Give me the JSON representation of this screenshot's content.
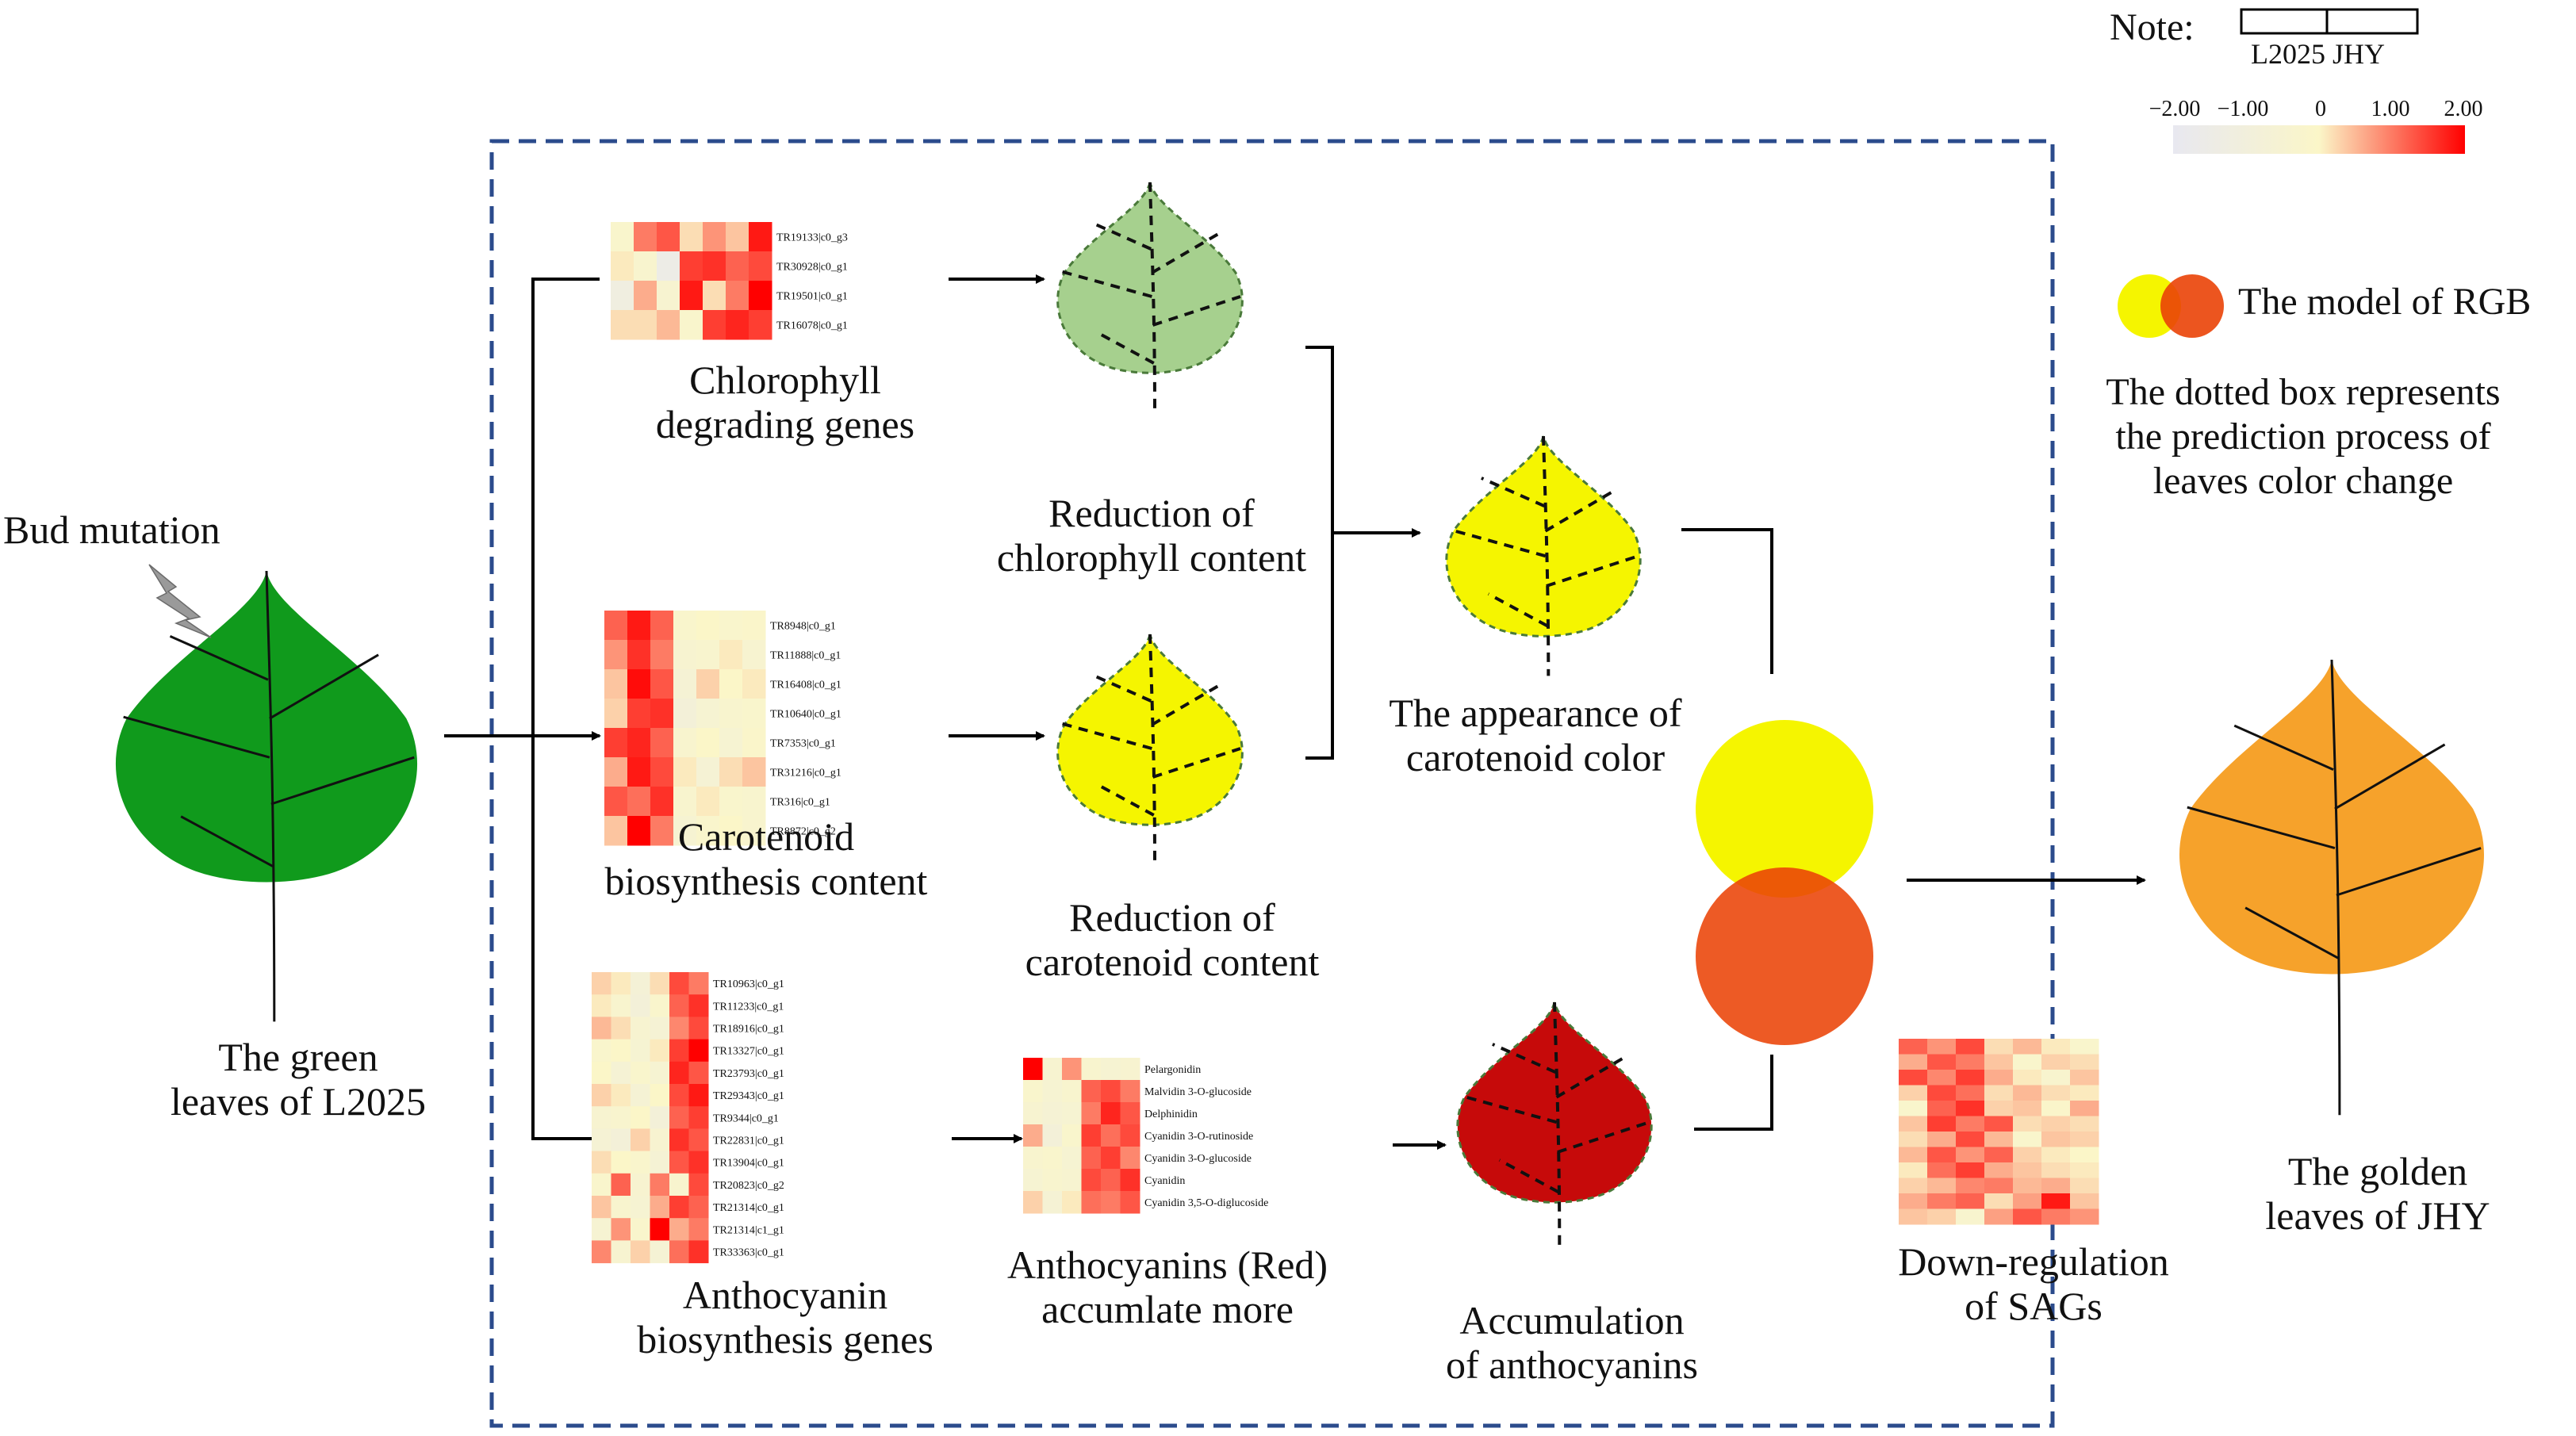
{
  "colors": {
    "green_leaf": "#109a1c",
    "pale_green": "#a6d08e",
    "yellow": "#f5f500",
    "dark_red": "#c60a0a",
    "orange_leaf": "#f6a22b",
    "orange_red": "#ea4307",
    "dash_blue": "#2b4b8c",
    "heat_low": "#e8e8f0",
    "heat_mid": "#fbf6c8",
    "heat_high": "#ff0000"
  },
  "labels": {
    "bud_mutation": "Bud mutation",
    "green_leaves": [
      "The green",
      "leaves of L2025"
    ],
    "chlorophyll_genes": [
      "Chlorophyll",
      "degrading genes"
    ],
    "carotenoid_content": [
      "Carotenoid",
      "biosynthesis content"
    ],
    "anthocyanin_genes": [
      "Anthocyanin",
      "biosynthesis genes"
    ],
    "reduction_chlorophyll": [
      "Reduction of",
      "chlorophyll content"
    ],
    "reduction_carotenoid": [
      "Reduction of",
      "carotenoid  content"
    ],
    "anthocyanins_red": [
      "Anthocyanins (Red)",
      "accumlate more"
    ],
    "appearance_carotenoid": [
      "The appearance of",
      "carotenoid color"
    ],
    "accumulation_anthocyanins": [
      "Accumulation",
      "of anthocyanins"
    ],
    "down_regulation": [
      "Down-regulation",
      "of SAGs"
    ],
    "golden_leaves": [
      "The golden",
      "leaves of JHY"
    ]
  },
  "legend": {
    "note": "Note:",
    "samples": "L2025 JHY",
    "ticks": [
      "−2.00",
      "−1.00",
      "0",
      "1.00",
      "2.00"
    ],
    "rgb_model": "The model of RGB",
    "dotted_box": [
      "The dotted box represents",
      "the prediction process of",
      "leaves color change"
    ]
  },
  "heatmaps": {
    "chlorophyll": {
      "genes": [
        "TR19133|c0_g3",
        "TR30928|c0_g1",
        "TR19501|c0_g1",
        "TR16078|c0_g1"
      ],
      "values": [
        [
          -0.2,
          1.0,
          1.3,
          0.2,
          0.8,
          0.4,
          1.8
        ],
        [
          0.1,
          -0.3,
          -1.5,
          1.5,
          1.6,
          1.2,
          1.4
        ],
        [
          -1.2,
          0.6,
          -0.4,
          1.8,
          0.2,
          1.0,
          2.0
        ],
        [
          0.2,
          0.2,
          0.5,
          -0.2,
          1.5,
          1.7,
          1.5
        ]
      ]
    },
    "carotenoid": {
      "genes": [
        "TR8948|c0_g1",
        "TR11888|c0_g1",
        "TR16408|c0_g1",
        "TR10640|c0_g1",
        "TR7353|c0_g1",
        "TR31216|c0_g1",
        "TR316|c0_g1",
        "TR8872|c0_g2"
      ],
      "values": [
        [
          1.2,
          1.8,
          1.2,
          -0.2,
          0.0,
          -0.2,
          -0.1
        ],
        [
          0.8,
          1.6,
          1.0,
          -0.4,
          -0.3,
          0.1,
          -0.4
        ],
        [
          0.4,
          1.9,
          1.3,
          -0.6,
          0.3,
          0.0,
          0.1
        ],
        [
          0.3,
          1.5,
          1.6,
          -0.8,
          -0.5,
          -0.3,
          -0.2
        ],
        [
          1.5,
          1.7,
          1.2,
          -0.3,
          0.0,
          -0.5,
          -0.1
        ],
        [
          0.6,
          1.8,
          1.4,
          0.1,
          -0.6,
          0.2,
          0.4
        ],
        [
          1.3,
          1.1,
          1.6,
          -0.3,
          0.1,
          -0.2,
          -0.3
        ],
        [
          0.4,
          2.0,
          1.0,
          -0.5,
          -0.2,
          0.0,
          -0.3
        ]
      ]
    },
    "anthocyanin": {
      "genes": [
        "TR10963|c0_g1",
        "TR11233|c0_g1",
        "TR18916|c0_g1",
        "TR13327|c0_g1",
        "TR23793|c0_g1",
        "TR29343|c0_g1",
        "TR9344|c0_g1",
        "TR22831|c0_g1",
        "TR13904|c0_g1",
        "TR20823|c0_g2",
        "TR21314|c0_g1",
        "TR21314|c1_g1",
        "TR33363|c0_g1"
      ],
      "values": [
        [
          0.3,
          0.1,
          -0.7,
          0.2,
          1.4,
          1.0
        ],
        [
          0.1,
          -0.3,
          -0.8,
          -0.2,
          1.2,
          1.6
        ],
        [
          0.5,
          0.2,
          -0.4,
          -0.6,
          0.9,
          1.4
        ],
        [
          -0.2,
          0.0,
          -0.5,
          0.1,
          1.5,
          2.0
        ],
        [
          0.0,
          -0.6,
          -0.2,
          -0.5,
          1.7,
          1.3
        ],
        [
          0.3,
          0.1,
          -0.6,
          0.0,
          1.4,
          1.8
        ],
        [
          -0.4,
          -0.3,
          0.0,
          -0.8,
          1.2,
          1.5
        ],
        [
          -0.6,
          -0.8,
          0.3,
          -0.4,
          1.6,
          1.3
        ],
        [
          0.2,
          0.0,
          -0.2,
          -0.6,
          1.3,
          1.6
        ],
        [
          -0.2,
          1.2,
          -0.4,
          1.0,
          -0.3,
          1.4
        ],
        [
          0.4,
          -0.3,
          -0.5,
          0.6,
          1.5,
          1.2
        ],
        [
          -0.5,
          0.8,
          -0.2,
          2.0,
          0.6,
          1.0
        ],
        [
          0.9,
          -0.4,
          0.3,
          -0.6,
          1.1,
          1.6
        ]
      ]
    },
    "metabolites": {
      "genes": [
        "Pelargonidin",
        "Malvidin 3-O-glucoside",
        "Delphinidin",
        "Cyanidin 3-O-rutinoside",
        "Cyanidin 3-O-glucoside",
        "Cyanidin",
        "Cyanidin 3,5-O-diglucoside"
      ],
      "values": [
        [
          2.0,
          -0.4,
          0.8,
          -0.3,
          -0.5,
          -0.4
        ],
        [
          -0.2,
          -0.5,
          -0.3,
          1.2,
          1.4,
          1.0
        ],
        [
          -0.4,
          -0.6,
          -0.5,
          1.0,
          1.7,
          1.3
        ],
        [
          0.6,
          -0.8,
          -0.2,
          1.5,
          1.1,
          1.4
        ],
        [
          -0.3,
          -0.2,
          -0.5,
          1.2,
          1.5,
          0.9
        ],
        [
          -0.5,
          -0.3,
          -0.4,
          1.4,
          1.2,
          1.6
        ],
        [
          0.3,
          -0.6,
          0.1,
          1.1,
          1.0,
          1.3
        ]
      ]
    },
    "sags": {
      "genes": [],
      "values": [
        [
          1.2,
          0.8,
          1.4,
          0.2,
          0.5,
          0.1,
          -0.2
        ],
        [
          0.6,
          1.3,
          1.0,
          0.4,
          -0.2,
          0.3,
          0.2
        ],
        [
          1.4,
          0.9,
          1.5,
          0.6,
          0.1,
          -0.3,
          0.4
        ],
        [
          0.3,
          1.4,
          1.1,
          0.2,
          0.5,
          0.2,
          0.1
        ],
        [
          -0.2,
          1.2,
          1.6,
          0.3,
          0.4,
          -0.1,
          0.6
        ],
        [
          0.4,
          1.5,
          1.0,
          1.3,
          0.2,
          0.3,
          0.2
        ],
        [
          0.2,
          0.6,
          1.4,
          0.5,
          -0.2,
          0.4,
          0.3
        ],
        [
          0.5,
          1.3,
          0.8,
          1.2,
          0.3,
          0.1,
          0.0
        ],
        [
          0.1,
          1.1,
          1.5,
          0.6,
          0.4,
          0.2,
          0.1
        ],
        [
          0.3,
          0.5,
          0.9,
          1.0,
          0.5,
          0.6,
          0.2
        ],
        [
          0.6,
          1.0,
          1.2,
          0.2,
          0.7,
          1.8,
          0.4
        ],
        [
          0.4,
          0.3,
          -0.3,
          0.7,
          1.3,
          1.0,
          0.8
        ]
      ]
    }
  }
}
